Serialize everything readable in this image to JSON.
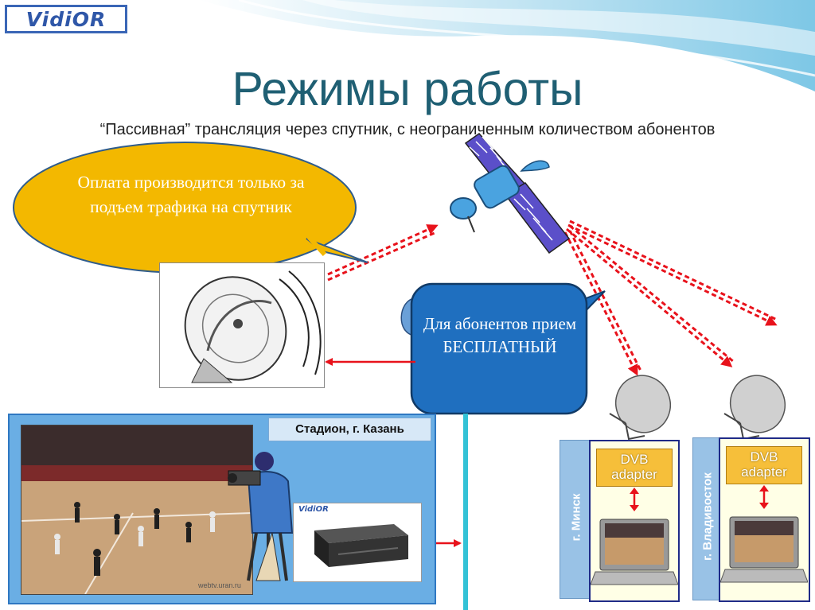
{
  "logo": {
    "text": "VidiOR"
  },
  "title": "Режимы работы",
  "subtitle": "“Пассивная” трансляция через спутник, с неограниченным количеством абонентов",
  "callouts": {
    "payment": "Оплата производится только за подъем трафика на спутник",
    "free": "Для абонентов прием БЕСПЛАТНЫЙ"
  },
  "stadium": {
    "label": "Стадион, г. Казань",
    "logo": "VidiOR",
    "watermark": "webtv.uran.ru"
  },
  "stations": [
    {
      "city": "г. Минск",
      "adapter_line1": "DVB",
      "adapter_line2": "adapter"
    },
    {
      "city": "г. Владивосток",
      "adapter_line1": "DVB",
      "adapter_line2": "adapter"
    }
  ],
  "colors": {
    "title": "#1f5f73",
    "callout_yellow": "#f3b800",
    "callout_blue": "#1f6fbf",
    "arrow_red": "#e8121b",
    "stadium_bg": "#6aaee4",
    "station_border": "#1f2b88",
    "dvb": "#f6bf3a"
  },
  "icons": [
    "satellite-icon",
    "satellite-dish-icon",
    "camera-operator-icon",
    "server-icon",
    "laptop-icon"
  ]
}
